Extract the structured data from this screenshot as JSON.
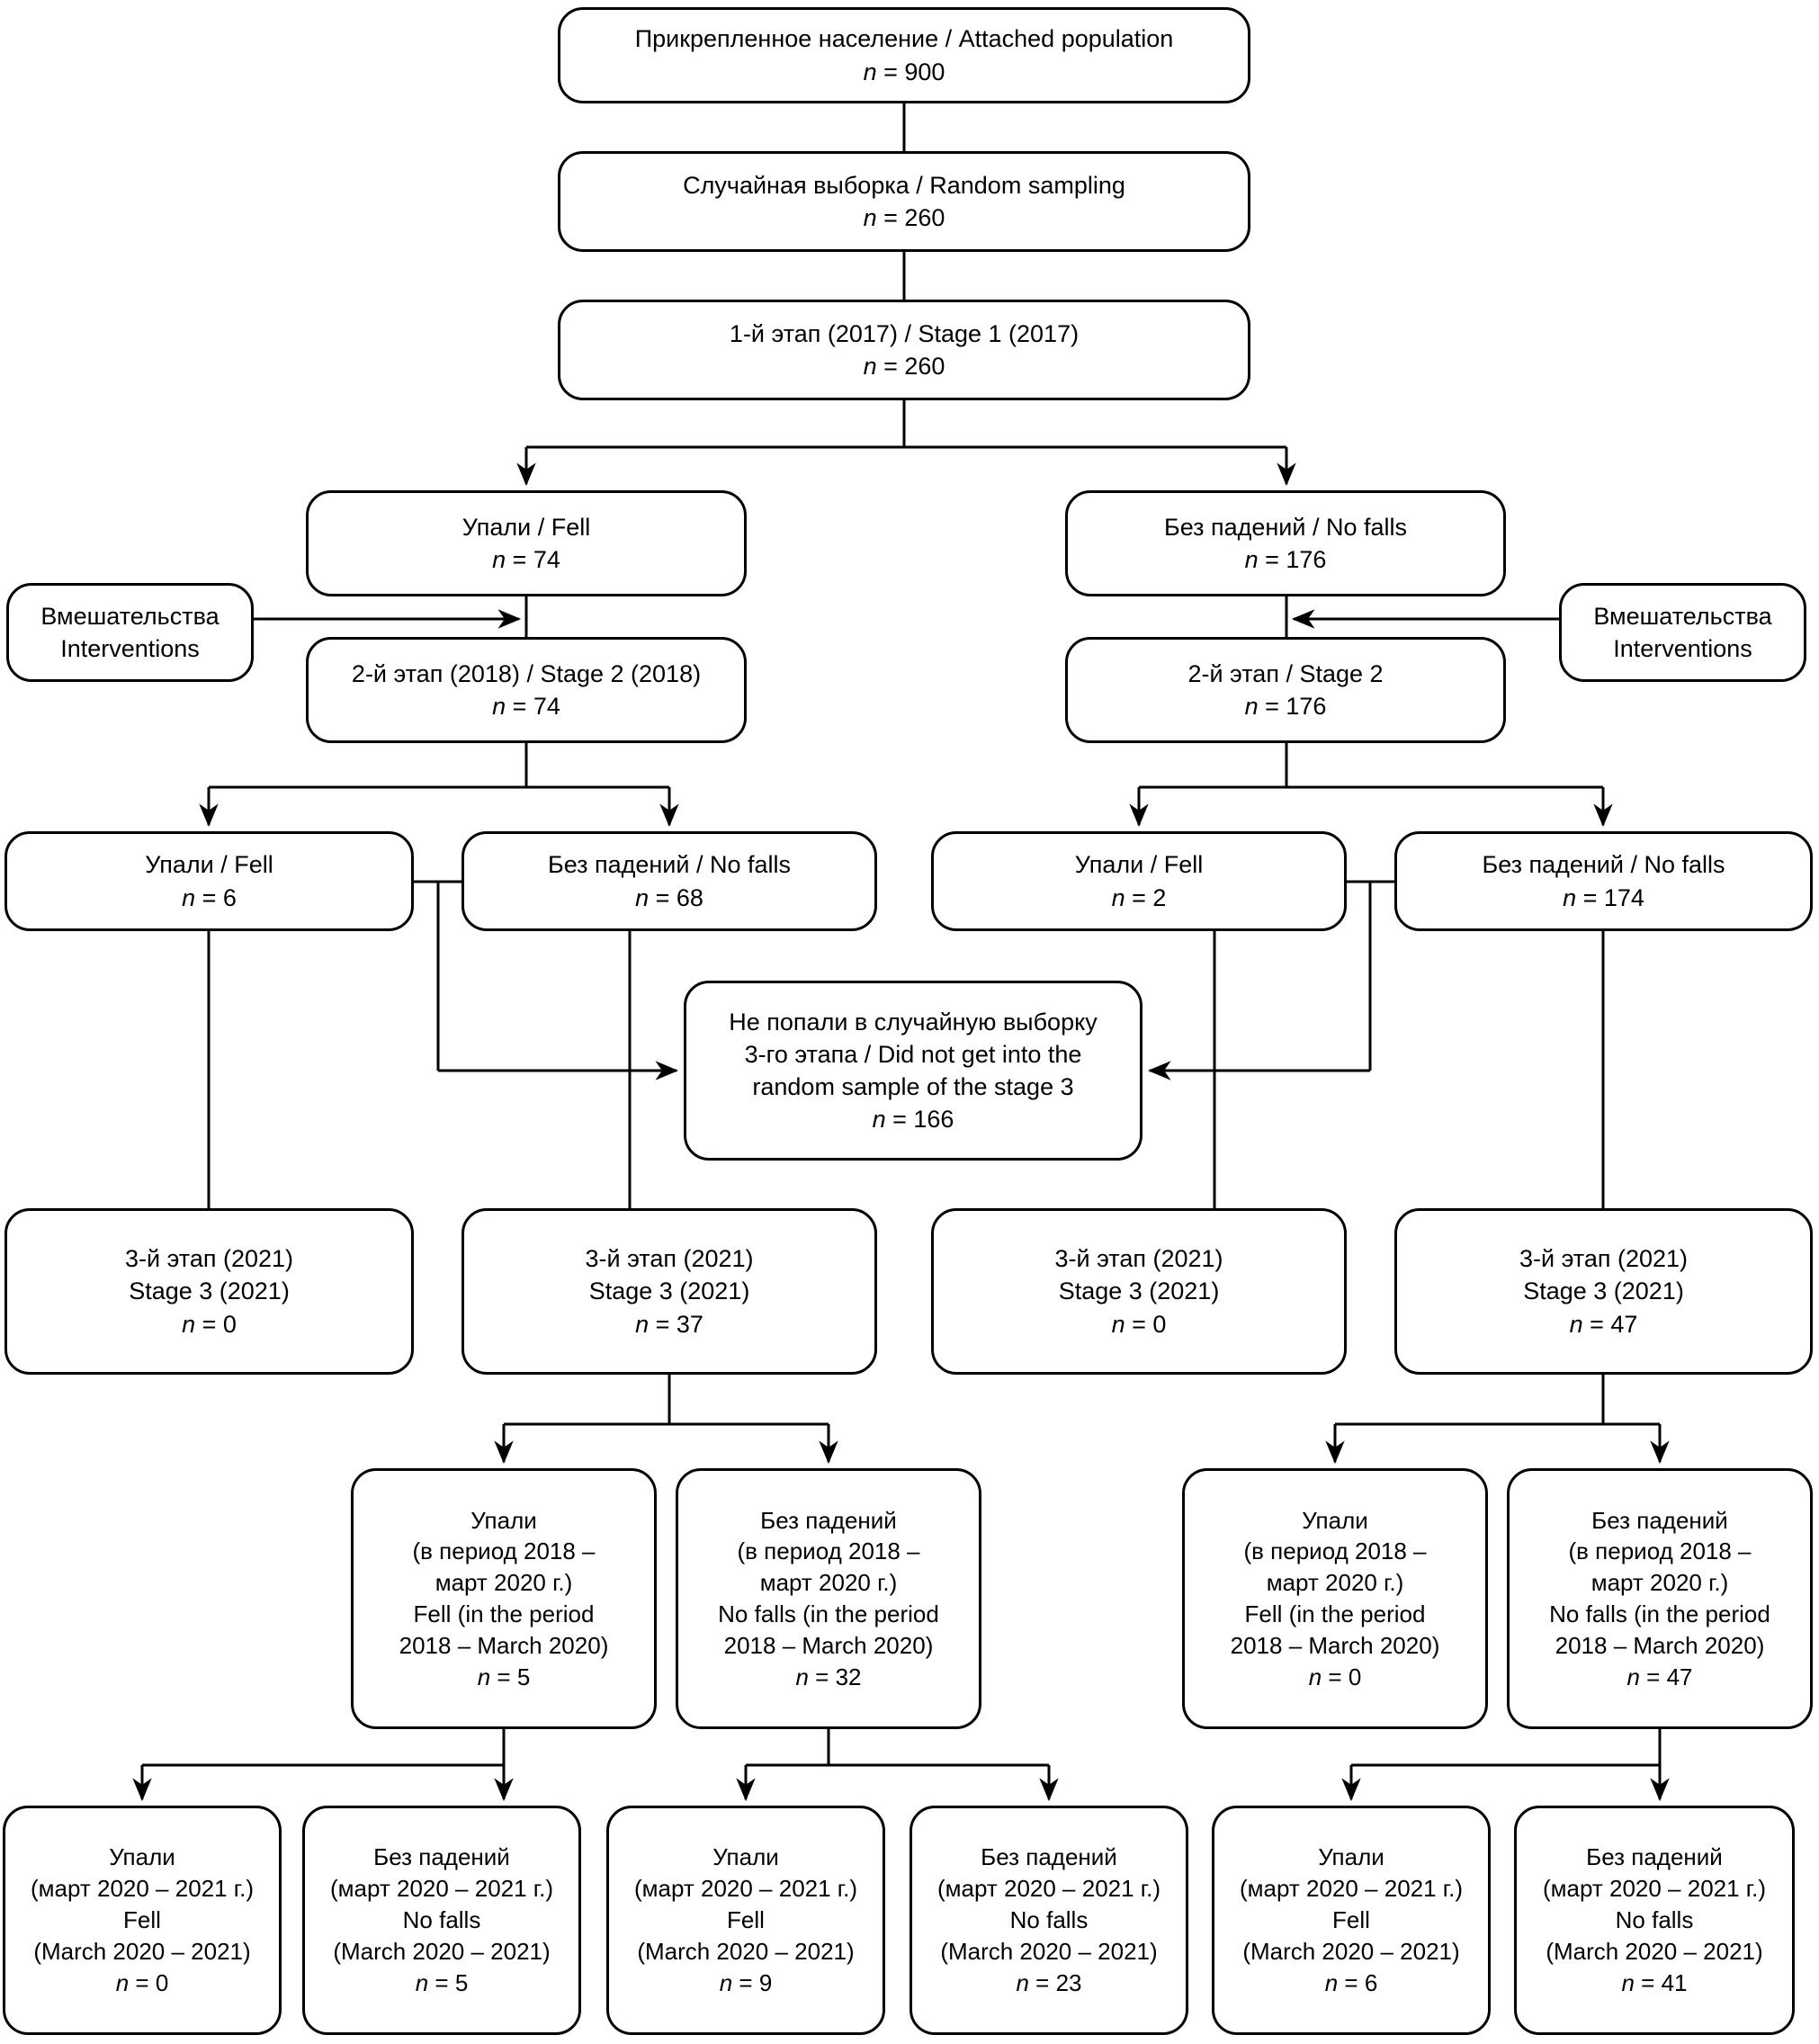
{
  "n_symbol": "n",
  "colors": {
    "background": "#ffffff",
    "box_border": "#000000",
    "line": "#000000",
    "text": "#000000"
  },
  "nodes": {
    "attached": {
      "lines": [
        "Прикрепленное население / Attached population"
      ],
      "n": " = 900"
    },
    "sampling": {
      "lines": [
        "Случайная выборка / Random sampling"
      ],
      "n": " = 260"
    },
    "stage1": {
      "lines": [
        "1-й этап (2017) / Stage 1 (2017)"
      ],
      "n": " = 260"
    },
    "fell_2017": {
      "lines": [
        "Упали / Fell"
      ],
      "n": " = 74"
    },
    "nofalls_2017": {
      "lines": [
        "Без падений / No falls"
      ],
      "n": " = 176"
    },
    "interventions_left": {
      "lines": [
        "Вмешательства",
        "Interventions"
      ]
    },
    "interventions_right": {
      "lines": [
        "Вмешательства",
        "Interventions"
      ]
    },
    "stage2_left": {
      "lines": [
        "2-й этап (2018) / Stage 2 (2018)"
      ],
      "n": " = 74"
    },
    "stage2_right": {
      "lines": [
        "2-й этап / Stage 2"
      ],
      "n": " = 176"
    },
    "fell_stage2_left": {
      "lines": [
        "Упали / Fell"
      ],
      "n": " = 6"
    },
    "nofalls_stage2_left": {
      "lines": [
        "Без падений / No falls"
      ],
      "n": " = 68"
    },
    "fell_stage2_right": {
      "lines": [
        "Упали / Fell"
      ],
      "n": " = 2"
    },
    "nofalls_stage2_right": {
      "lines": [
        "Без падений / No falls"
      ],
      "n": " = 174"
    },
    "not_sampled": {
      "lines": [
        "Не попали в случайную выборку",
        "3-го этапа / Did not get into the",
        "random sample of the stage 3"
      ],
      "n": " = 166"
    },
    "stage3_1": {
      "lines": [
        "3-й этап (2021)",
        "Stage 3 (2021)"
      ],
      "n": " = 0"
    },
    "stage3_2": {
      "lines": [
        "3-й этап (2021)",
        "Stage 3 (2021)"
      ],
      "n": " = 37"
    },
    "stage3_3": {
      "lines": [
        "3-й этап (2021)",
        "Stage 3 (2021)"
      ],
      "n": " = 0"
    },
    "stage3_4": {
      "lines": [
        "3-й этап (2021)",
        "Stage 3 (2021)"
      ],
      "n": " = 47"
    },
    "fell_period_left": {
      "lines": [
        "Упали",
        "(в период 2018 –",
        "март 2020 г.)",
        "Fell (in the period",
        "2018 – March 2020)"
      ],
      "n": " = 5"
    },
    "nofalls_period_left": {
      "lines": [
        "Без падений",
        "(в период 2018 –",
        "март 2020 г.)",
        "No falls (in the period",
        "2018 – March 2020)"
      ],
      "n": " = 32"
    },
    "fell_period_right": {
      "lines": [
        "Упали",
        "(в период 2018 –",
        "март 2020 г.)",
        "Fell (in the period",
        "2018 – March 2020)"
      ],
      "n": " = 0"
    },
    "nofalls_period_right": {
      "lines": [
        "Без падений",
        "(в период 2018 –",
        "март 2020 г.)",
        "No falls (in the period",
        "2018 – March 2020)"
      ],
      "n": " = 47"
    },
    "fell_final_1": {
      "lines": [
        "Упали",
        "(март 2020 – 2021 г.)",
        "Fell",
        "(March 2020 – 2021)"
      ],
      "n": " = 0"
    },
    "nofalls_final_1": {
      "lines": [
        "Без падений",
        "(март 2020 – 2021 г.)",
        "No falls",
        "(March 2020 – 2021)"
      ],
      "n": " = 5"
    },
    "fell_final_2": {
      "lines": [
        "Упали",
        "(март 2020 – 2021 г.)",
        "Fell",
        "(March 2020 – 2021)"
      ],
      "n": " = 9"
    },
    "nofalls_final_2": {
      "lines": [
        "Без падений",
        "(март 2020 – 2021 г.)",
        "No falls",
        "(March 2020 – 2021)"
      ],
      "n": " = 23"
    },
    "fell_final_3": {
      "lines": [
        "Упали",
        "(март 2020 – 2021 г.)",
        "Fell",
        "(March 2020 – 2021)"
      ],
      "n": " = 6"
    },
    "nofalls_final_3": {
      "lines": [
        "Без падений",
        "(март 2020 – 2021 г.)",
        "No falls",
        "(March 2020 – 2021)"
      ],
      "n": " = 41"
    }
  }
}
